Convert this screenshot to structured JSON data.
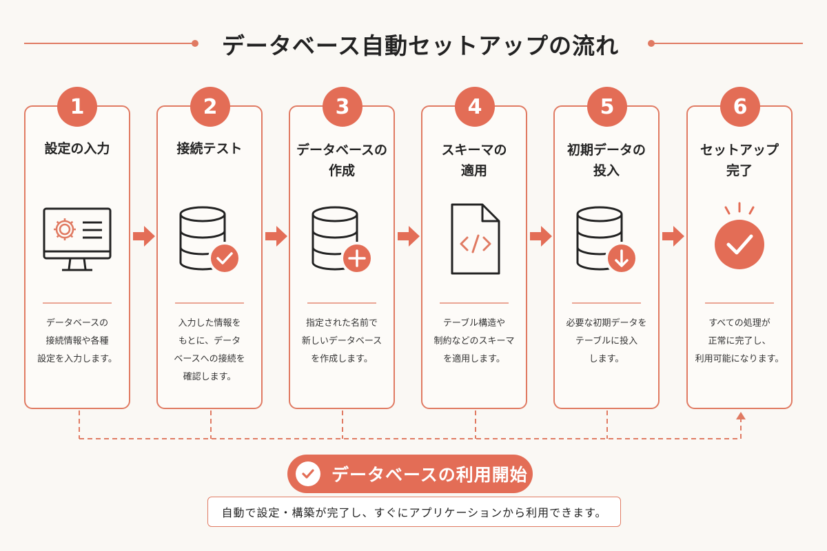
{
  "title": "データベース自動セットアップの流れ",
  "colors": {
    "accent": "#e36d56",
    "line": "#e07a62",
    "background": "#faf8f4"
  },
  "steps": [
    {
      "number": "1",
      "title": [
        "設定の入力"
      ],
      "icon": "monitor-gear-icon",
      "description": [
        "データベースの",
        "接続情報や各種",
        "設定を入力します。"
      ]
    },
    {
      "number": "2",
      "title": [
        "接続テスト"
      ],
      "icon": "database-check-icon",
      "description": [
        "入力した情報を",
        "もとに、データ",
        "ベースへの接続を",
        "確認します。"
      ]
    },
    {
      "number": "3",
      "title": [
        "データベースの",
        "作成"
      ],
      "icon": "database-plus-icon",
      "description": [
        "指定された名前で",
        "新しいデータベース",
        "を作成します。"
      ]
    },
    {
      "number": "4",
      "title": [
        "スキーマの",
        "適用"
      ],
      "icon": "code-document-icon",
      "description": [
        "テーブル構造や",
        "制約などのスキーマ",
        "を適用します。"
      ]
    },
    {
      "number": "5",
      "title": [
        "初期データの",
        "投入"
      ],
      "icon": "database-download-icon",
      "description": [
        "必要な初期データを",
        "テーブルに投入",
        "します。"
      ]
    },
    {
      "number": "6",
      "title": [
        "セットアップ",
        "完了"
      ],
      "icon": "check-circle-icon",
      "description": [
        "すべての処理が",
        "正常に完了し、",
        "利用可能になります。"
      ]
    }
  ],
  "result": {
    "label": "データベースの利用開始",
    "icon": "check-circle-icon",
    "note": "自動で設定・構築が完了し、すぐにアプリケーションから利用できます。"
  }
}
